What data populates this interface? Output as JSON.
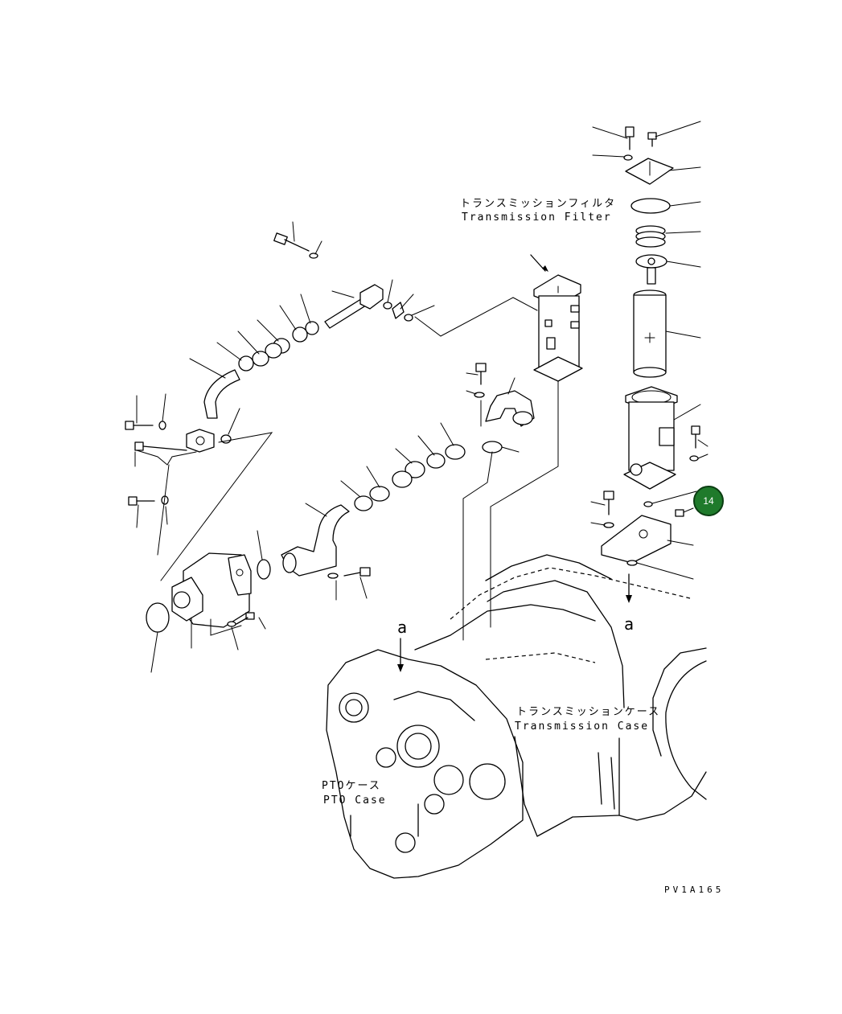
{
  "labels": {
    "filter_jp": "トランスミッションフィルタ",
    "filter_en": "Transmission Filter",
    "case_jp": "トランスミッションケース",
    "case_en": "Transmission Case",
    "pto_jp": "PTOケース",
    "pto_en": "PTO Case"
  },
  "refs": {
    "a_left": "a",
    "a_right": "a"
  },
  "callout": {
    "number": "14",
    "color": "#1f7a2b"
  },
  "drawing_code": "PV1A165"
}
